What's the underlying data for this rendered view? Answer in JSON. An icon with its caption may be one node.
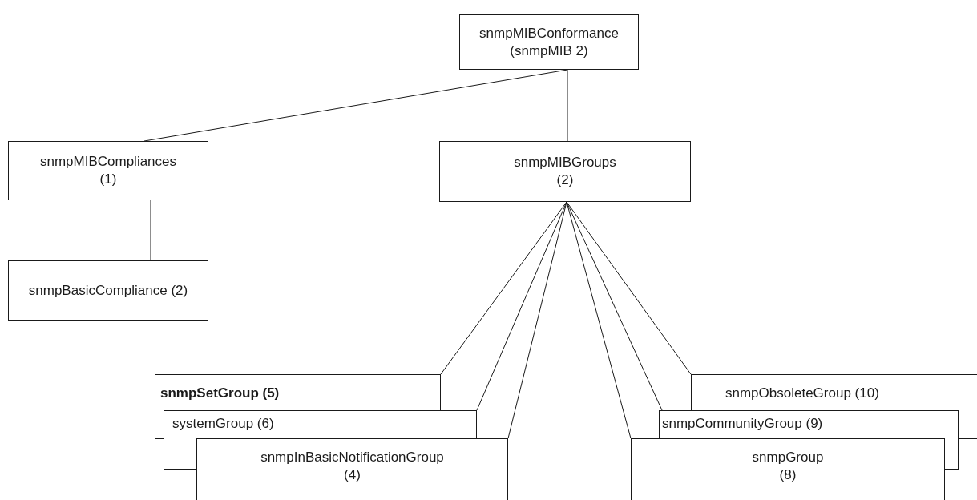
{
  "diagram": {
    "nodes": [
      {
        "text": [
          "snmpMIBConformance (snmpMIB 2)"
        ]
      },
      {
        "text": [
          "snmpMIBCompliances (1)"
        ]
      },
      {
        "text": [
          "snmpMIBGroups (2)"
        ]
      },
      {
        "text": [
          "snmpBasicCompliance (2)"
        ]
      },
      {
        "text": [
          "snmpSetGroup (5)"
        ]
      },
      {
        "text": [
          "systemGroup (6)"
        ]
      },
      {
        "text": [
          "snmpInBasicNotificationGroup (4)"
        ]
      },
      {
        "text": [
          "snmpObsoleteGroup (10)"
        ]
      },
      {
        "text": [
          "snmpCommunityGroup (9)"
        ]
      },
      {
        "text": [
          "snmpGroup (8)"
        ]
      }
    ],
    "edges": [
      {
        "from": 0,
        "to": 1,
        "arrow": "none"
      },
      {
        "from": 0,
        "to": 2,
        "arrow": "none"
      },
      {
        "from": 1,
        "to": 3,
        "arrow": "none"
      },
      {
        "from": 2,
        "to": 4,
        "arrow": "none"
      },
      {
        "from": 2,
        "to": 5,
        "arrow": "none"
      },
      {
        "from": 2,
        "to": 6,
        "arrow": "none"
      },
      {
        "from": 2,
        "to": 9,
        "arrow": "none"
      },
      {
        "from": 2,
        "to": 8,
        "arrow": "none"
      },
      {
        "from": 2,
        "to": 7,
        "arrow": "none"
      }
    ]
  }
}
